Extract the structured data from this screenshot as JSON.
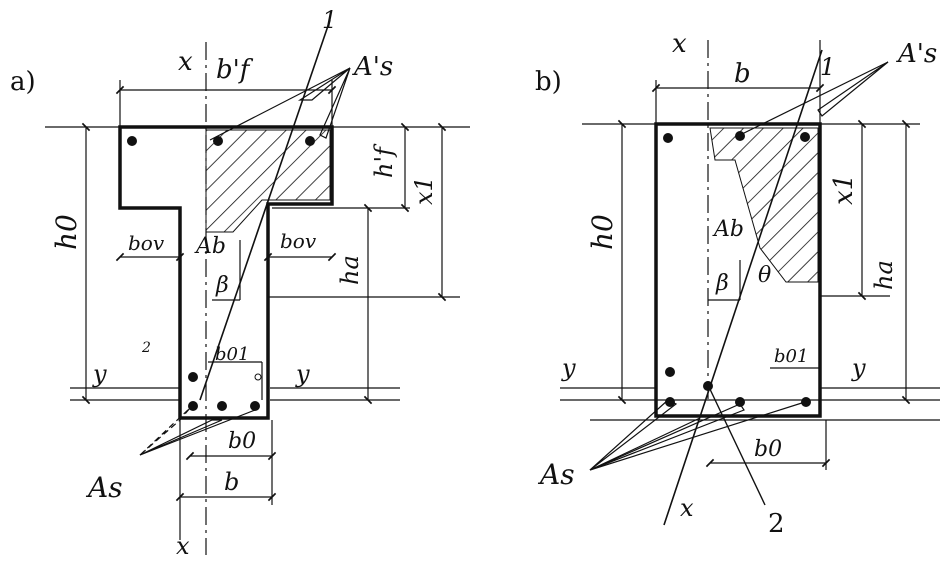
{
  "panel_a": {
    "panel_label": "a)",
    "label_x_top": "x",
    "label_bf": "b'f",
    "label_1": "1",
    "label_As_top": "A's",
    "label_hf": "h'f",
    "label_x1": "x1",
    "label_h0": "h0",
    "label_bov_left": "bov",
    "label_Ab": "Ab",
    "label_bov_right": "bov",
    "label_ha": "ha",
    "label_beta": "β",
    "label_2": "2",
    "label_b01": "b01",
    "label_y_left": "y",
    "label_y_right": "y",
    "label_b0": "b0",
    "label_b": "b",
    "label_As_bottom": "As",
    "label_x_bottom": "x"
  },
  "panel_b": {
    "panel_label": "b)",
    "label_x_top": "x",
    "label_b": "b",
    "label_1": "1",
    "label_As_top": "A's",
    "label_x1": "x1",
    "label_h0": "h0",
    "label_Ab": "Ab",
    "label_ha": "ha",
    "label_beta": "β",
    "label_theta": "θ",
    "label_b01": "b01",
    "label_y_left": "y",
    "label_y_right": "y",
    "label_b0": "b0",
    "label_As_bottom": "As",
    "label_x_bottom": "x",
    "label_2": "2"
  }
}
